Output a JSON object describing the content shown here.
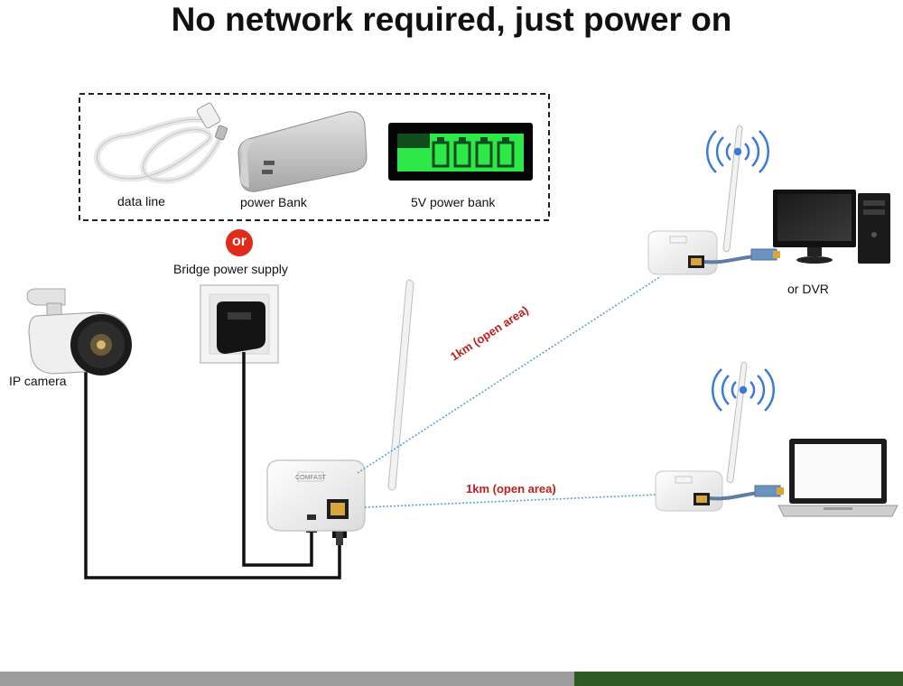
{
  "title": "No network required, just power on",
  "power_options": {
    "items": [
      "data line",
      "power Bank",
      "5V power bank"
    ],
    "or_badge": "or",
    "bridge_supply": "Bridge power supply"
  },
  "devices": {
    "ip_camera": "IP camera",
    "nvr": "or DVR"
  },
  "links": {
    "upper": "1km (open area)",
    "lower": "1km (open area)"
  },
  "device_brand": "COMFAST",
  "colors": {
    "link_line": "#5aa3cf",
    "link_text": "#c0201c",
    "or_badge": "#e02a1a",
    "cable": "#111111",
    "lcd": "#2ee84a"
  }
}
